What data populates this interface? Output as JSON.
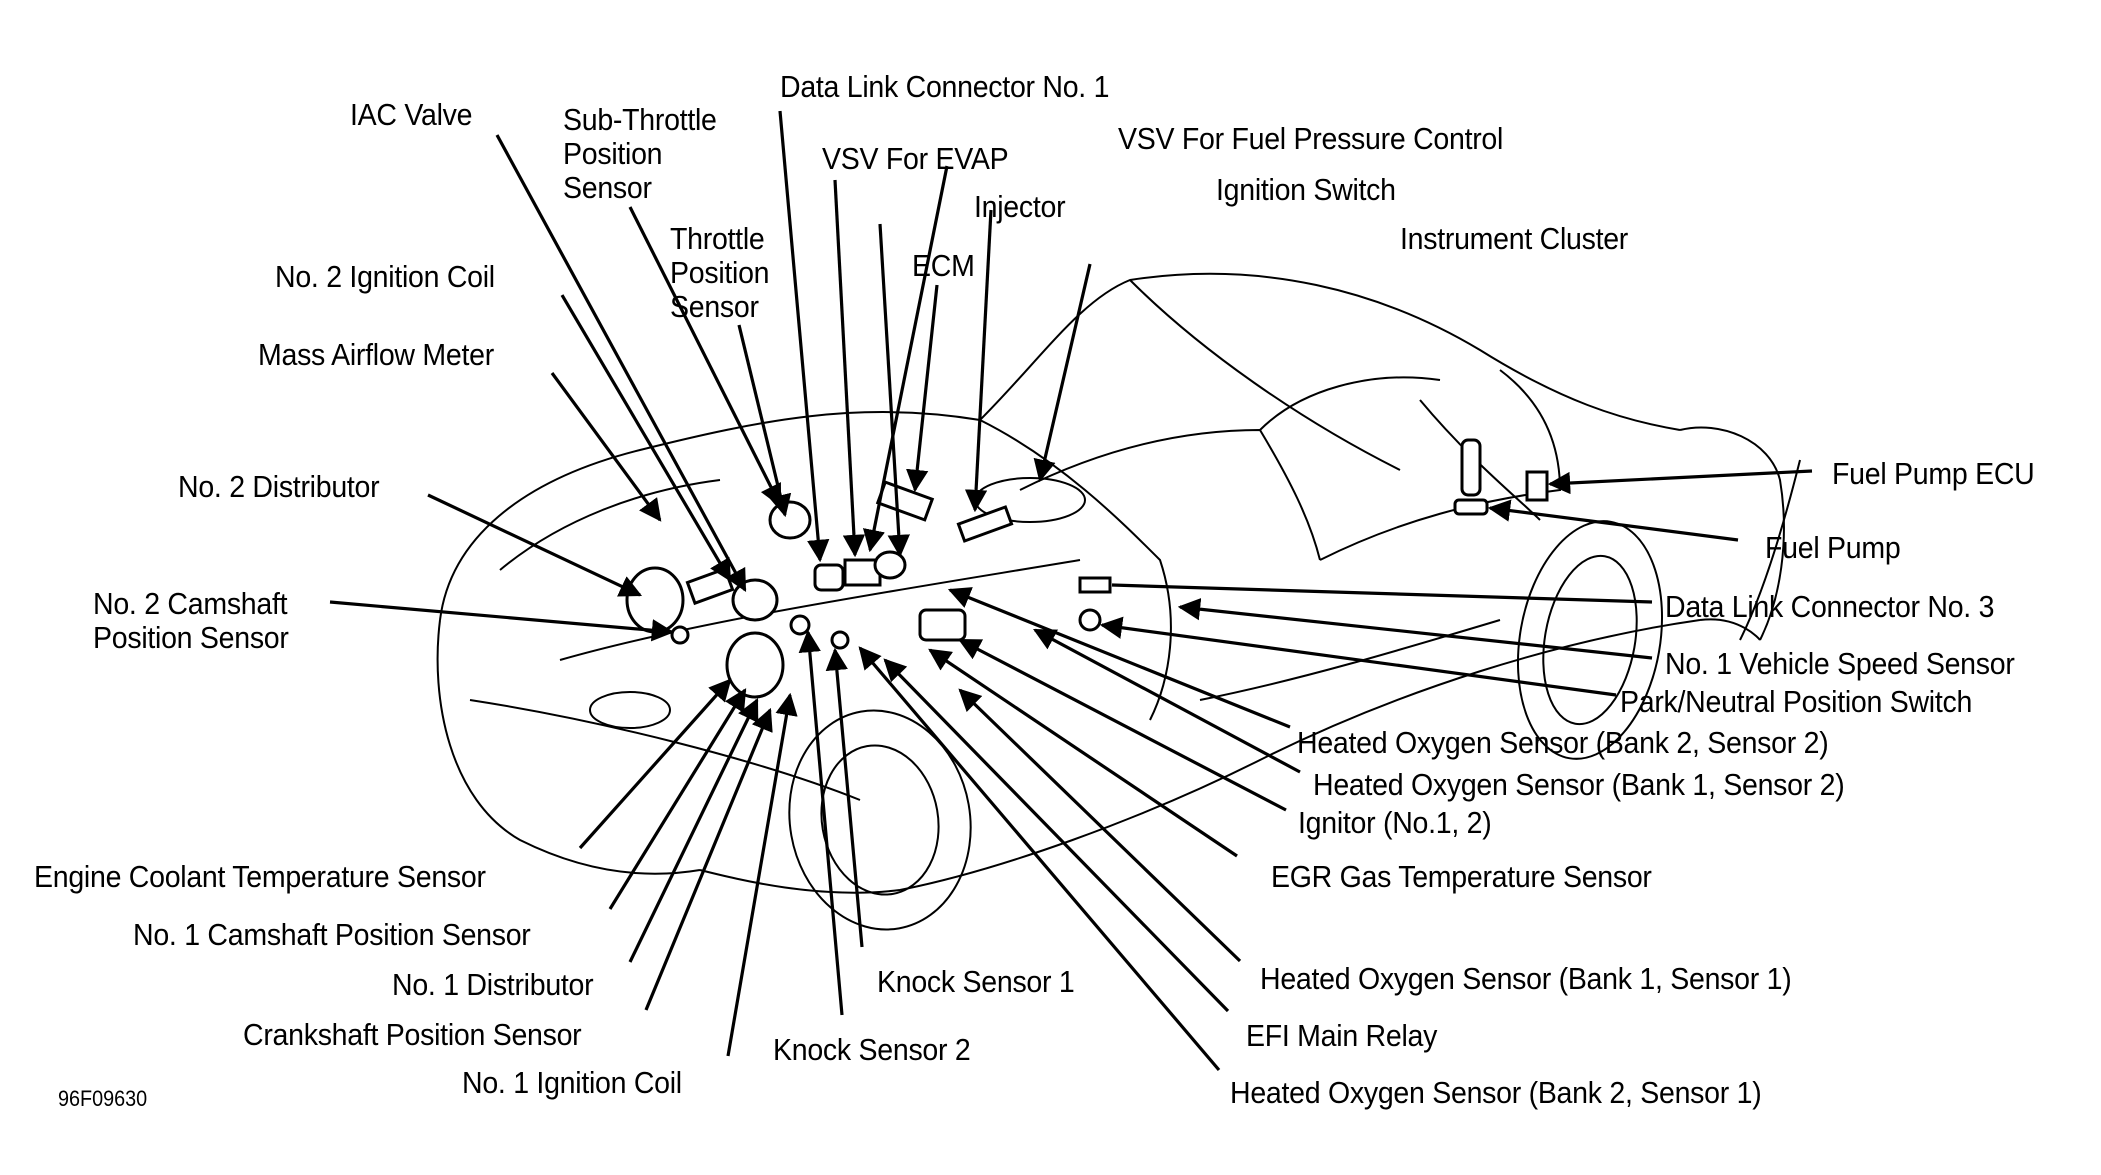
{
  "figure": {
    "reference_code": "96F09630",
    "subject": "Engine control system component locations"
  },
  "labels": [
    {
      "id": "iac-valve",
      "text": "IAC Valve"
    },
    {
      "id": "sub-throttle-position-sensor",
      "lines": [
        "Sub-Throttle",
        "Position",
        "Sensor"
      ]
    },
    {
      "id": "data-link-connector-1",
      "text": "Data Link Connector No. 1"
    },
    {
      "id": "vsv-for-evap",
      "text": "VSV For EVAP"
    },
    {
      "id": "vsv-for-fuel-pressure-control",
      "text": "VSV For Fuel Pressure Control"
    },
    {
      "id": "injector",
      "text": "Injector"
    },
    {
      "id": "ignition-switch",
      "text": "Ignition Switch"
    },
    {
      "id": "throttle-position-sensor",
      "lines": [
        "Throttle",
        "Position",
        "Sensor"
      ]
    },
    {
      "id": "ecm",
      "text": "ECM"
    },
    {
      "id": "instrument-cluster",
      "text": "Instrument Cluster"
    },
    {
      "id": "no2-ignition-coil",
      "text": "No. 2 Ignition Coil"
    },
    {
      "id": "mass-airflow-meter",
      "text": "Mass Airflow Meter"
    },
    {
      "id": "no2-distributor",
      "text": "No. 2 Distributor"
    },
    {
      "id": "no2-camshaft-position-sensor",
      "lines": [
        "No. 2 Camshaft",
        "Position Sensor"
      ]
    },
    {
      "id": "fuel-pump-ecu",
      "text": "Fuel Pump ECU"
    },
    {
      "id": "fuel-pump",
      "text": "Fuel Pump"
    },
    {
      "id": "data-link-connector-3",
      "text": "Data Link Connector No. 3"
    },
    {
      "id": "no1-vehicle-speed-sensor",
      "text": "No. 1 Vehicle Speed Sensor"
    },
    {
      "id": "park-neutral-position-switch",
      "text": "Park/Neutral Position Switch"
    },
    {
      "id": "ho2s-bank2-sensor2",
      "text": "Heated Oxygen Sensor (Bank 2, Sensor 2)"
    },
    {
      "id": "ho2s-bank1-sensor2",
      "text": "Heated Oxygen Sensor (Bank 1, Sensor 2)"
    },
    {
      "id": "ignitor",
      "text": "Ignitor (No.1, 2)"
    },
    {
      "id": "egr-gas-temperature-sensor",
      "text": "EGR Gas Temperature Sensor"
    },
    {
      "id": "engine-coolant-temperature-sensor",
      "text": "Engine Coolant Temperature Sensor"
    },
    {
      "id": "no1-camshaft-position-sensor",
      "text": "No. 1 Camshaft Position Sensor"
    },
    {
      "id": "no1-distributor",
      "text": "No. 1 Distributor"
    },
    {
      "id": "crankshaft-position-sensor",
      "text": "Crankshaft Position Sensor"
    },
    {
      "id": "no1-ignition-coil",
      "text": "No. 1 Ignition Coil"
    },
    {
      "id": "knock-sensor-1",
      "text": "Knock Sensor 1"
    },
    {
      "id": "knock-sensor-2",
      "text": "Knock Sensor 2"
    },
    {
      "id": "ho2s-bank1-sensor1",
      "text": "Heated Oxygen Sensor (Bank 1, Sensor 1)"
    },
    {
      "id": "efi-main-relay",
      "text": "EFI Main Relay"
    },
    {
      "id": "ho2s-bank2-sensor1",
      "text": "Heated Oxygen Sensor (Bank 2, Sensor 1)"
    }
  ]
}
